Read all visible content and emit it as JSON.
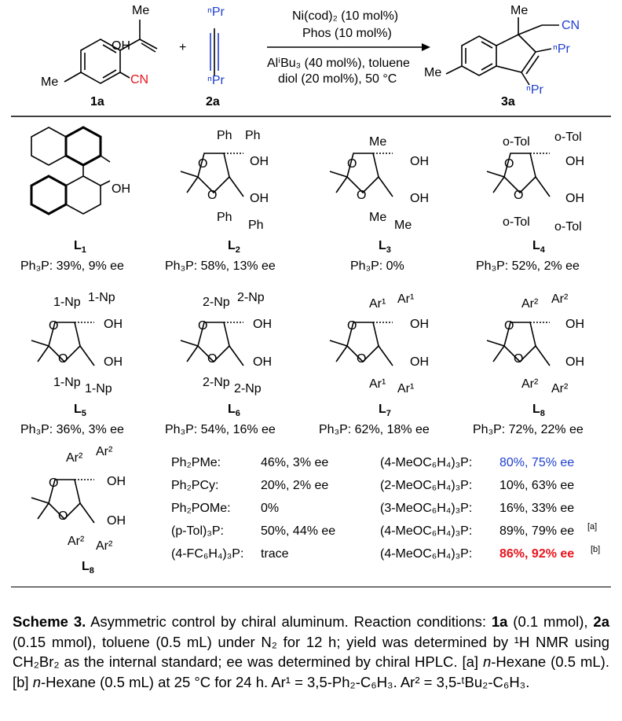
{
  "reaction": {
    "cond1": "Ni(cod)₂ (10 mol%)",
    "cond2": "Phos (10 mol%)",
    "cond3": "AlⁱBu₃ (40 mol%), toluene",
    "cond4": "diol (20 mol%), 50 °C",
    "reactant1": "1a",
    "reactant2": "2a",
    "product": "3a",
    "plus": "+",
    "me": "Me",
    "cn": "CN",
    "npr": "ⁿPr"
  },
  "ligands_row1": [
    {
      "label": "L",
      "sub": "1",
      "result": "Ph₃P: 39%, 9% ee"
    },
    {
      "label": "L",
      "sub": "2",
      "result": "Ph₃P: 58%, 13% ee"
    },
    {
      "label": "L",
      "sub": "3",
      "result": "Ph₃P: 0%"
    },
    {
      "label": "L",
      "sub": "4",
      "result": "Ph₃P: 52%, 2% ee"
    }
  ],
  "ligands_row2": [
    {
      "label": "L",
      "sub": "5",
      "result": "Ph₃P: 36%, 3% ee"
    },
    {
      "label": "L",
      "sub": "6",
      "result": "Ph₃P: 54%, 16% ee"
    },
    {
      "label": "L",
      "sub": "7",
      "result": "Ph₃P: 62%, 18% ee"
    },
    {
      "label": "L",
      "sub": "8",
      "result": "Ph₃P: 72%, 22% ee"
    }
  ],
  "struct_text": {
    "oh": "OH",
    "o": "O",
    "ph": "Ph",
    "me": "Me",
    "otol": "o-Tol",
    "np1": "1-Np",
    "np2": "2-Np",
    "ar1": "Ar¹",
    "ar2": "Ar²"
  },
  "bottom": {
    "ligand_label": "L",
    "ligand_sub": "8",
    "col1": [
      {
        "phos": "Ph₂PMe:",
        "result": "46%, 3% ee"
      },
      {
        "phos": "Ph₂PCy:",
        "result": "20%, 2% ee"
      },
      {
        "phos": "Ph₂POMe:",
        "result": "0%"
      },
      {
        "phos": "(p-Tol)₃P:",
        "result": "50%, 44% ee"
      },
      {
        "phos": "(4-FC₆H₄)₃P:",
        "result": "trace"
      }
    ],
    "col2": [
      {
        "phos": "(4-MeOC₆H₄)₃P:",
        "result": "80%, 75% ee",
        "note": ""
      },
      {
        "phos": "(2-MeOC₆H₄)₃P:",
        "result": "10%, 63% ee",
        "note": ""
      },
      {
        "phos": "(3-MeOC₆H₄)₃P:",
        "result": "16%, 33% ee",
        "note": ""
      },
      {
        "phos": "(4-MeOC₆H₄)₃P:",
        "result": "89%, 79% ee",
        "note": "[a]"
      },
      {
        "phos": "(4-MeOC₆H₄)₃P:",
        "result": "86%, 92% ee",
        "note": "[b]"
      }
    ],
    "colors": {
      "highlight_blue": "#1f3fcf",
      "highlight_red": "#e8141d"
    }
  },
  "caption": {
    "bold": "Scheme 3.",
    "p1": " Asymmetric control by chiral aluminum. Reaction conditions: ",
    "r1": "1a",
    "p2": " (0.1 mmol), ",
    "r2": "2a",
    "p3": " (0.15 mmol), toluene (0.5 mL) under N₂ for 12 h; yield was determined by ¹H NMR using CH₂Br₂ as the internal standard; ee was determined by chiral HPLC. [a] ",
    "nhex1": "n",
    "p4": "-Hexane (0.5 mL). [b] ",
    "nhex2": "n",
    "p5": "-Hexane (0.5 mL) at 25 °C for 24 h. Ar¹ = 3,5-Ph₂-C₆H₃. Ar² = 3,5-ᵗBu₂-C₆H₃."
  }
}
